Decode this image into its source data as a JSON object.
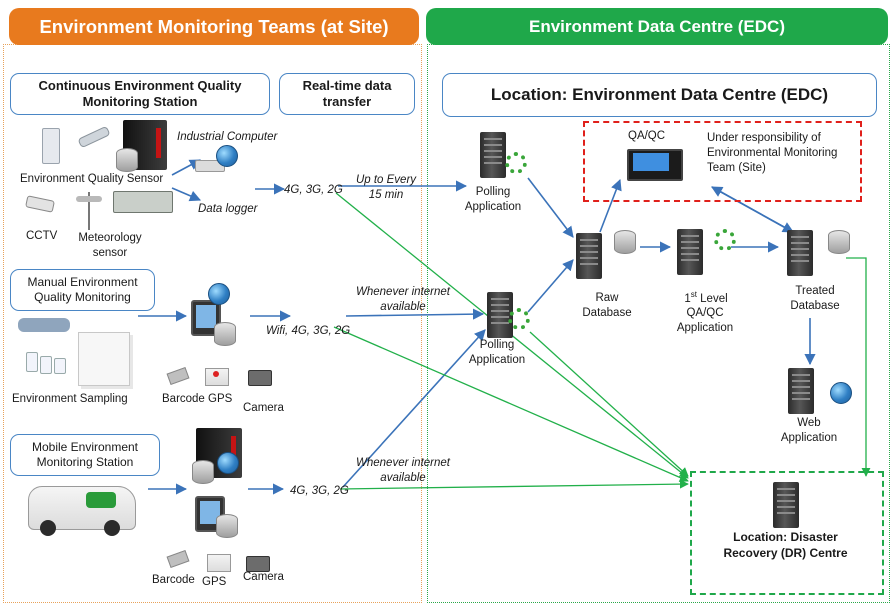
{
  "left_panel": {
    "header": "Environment Monitoring  Teams (at Site)",
    "header_color": "#e87a1e",
    "continuous_box": "Continuous Environment Quality Monitoring Station",
    "realtime_box": "Real-time data transfer",
    "industrial_computer": "Industrial Computer",
    "env_quality_sensor": "Environment Quality Sensor",
    "data_logger": "Data logger",
    "cctv": "CCTV",
    "meteorology_sensor": "Meteorology sensor",
    "net_continuous": "4G, 3G, 2G",
    "up_to_every": "Up to Every 15 min",
    "manual_box": "Manual Environment Quality Monitoring",
    "whenever_1": "Whenever internet available",
    "net_manual": "Wifi, 4G, 3G, 2G",
    "environment_sampling": "Environment Sampling",
    "barcode_1": "Barcode",
    "gps_1": "GPS",
    "camera_1": "Camera",
    "mobile_box": "Mobile Environment Monitoring Station",
    "whenever_2": "Whenever internet available",
    "net_mobile": "4G, 3G, 2G",
    "barcode_2": "Barcode",
    "gps_2": "GPS",
    "camera_2": "Camera"
  },
  "right_panel": {
    "header": "Environment  Data Centre (EDC)",
    "header_color": "#1fa84a",
    "location_box": "Location:  Environment  Data Centre (EDC)",
    "polling_1": "Polling Application",
    "polling_2": "Polling Application",
    "qaqc": "QA/QC",
    "responsibility": "Under responsibility of Environmental Monitoring Team (Site)",
    "raw_db": "Raw Database",
    "first_level_num": "1",
    "first_level_sup": "st",
    "first_level_rest": " Level",
    "first_level_app": "QA/QC Application",
    "treated_db": "Treated Database",
    "web_app": "Web Application",
    "dr_centre": "Location: Disaster Recovery (DR) Centre"
  },
  "colors": {
    "blue_arrow": "#3b73b9",
    "green_arrow": "#22b04a",
    "red_dash": "#e0201b",
    "orange_dots": "#e8a25a",
    "green_dots": "#2aa84a"
  },
  "icons": [
    "server-icon",
    "database-icon",
    "globe-icon",
    "tablet-icon",
    "computer-icon",
    "monitor-icon",
    "van-icon",
    "camera-icon",
    "gps-icon",
    "barcode-icon",
    "cctv-icon",
    "sensor-icon",
    "data-logger-icon",
    "router-icon",
    "weather-station-icon",
    "sample-bottle-icon",
    "paper-icon"
  ]
}
